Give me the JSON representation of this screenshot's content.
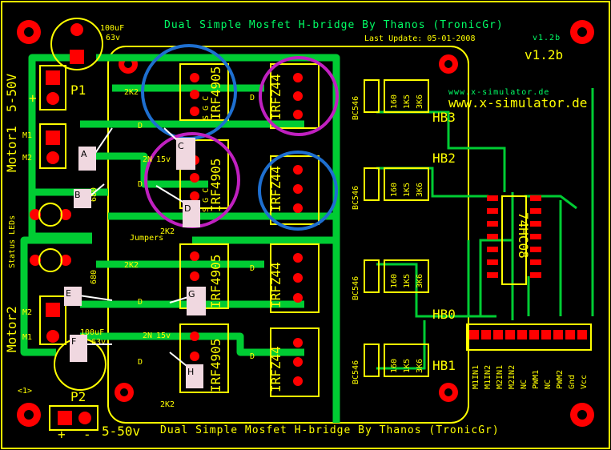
{
  "header": {
    "mirror_title": "Dual Simple Mosfet H-bridge By Thanos (TronicGr)",
    "mirror_version": "v1.2b",
    "last_update": "Last Update: 05-01-2008",
    "version": "v1.2b"
  },
  "website": {
    "mirror": "www.x-simulator.de",
    "url": "www.x-simulator.de"
  },
  "footer": {
    "title": "Dual Simple Mosfet H-bridge By Thanos (TronicGr)",
    "power_label": "5-50v"
  },
  "left": {
    "power_in": "5-50V",
    "plus": "+",
    "minus": "-",
    "p1": "P1",
    "p2": "P2",
    "motor1": "Motor1",
    "motor2": "Motor2",
    "m1": "M1",
    "m2": "M2",
    "status_leds": "Status LEDs",
    "orient": "<1>",
    "cap_top": "100uF",
    "cap_top_v": "63v",
    "cap_bottom": "100uF",
    "cap_bottom_v": "63v",
    "jumpers": "Jumpers"
  },
  "parts": {
    "r_2k2": "2K2",
    "r_680": "680",
    "diode": "D",
    "zener": "15v",
    "transistor": "2N",
    "pmos": "IRF4905",
    "nmos": "IRFZ44",
    "gate_pins": "S G C",
    "bjt": "BC546",
    "r160": "160",
    "r1k5": "1K5",
    "r3k6": "3K6",
    "ic": "74HC08"
  },
  "hbridge_labels": [
    "HB3",
    "HB2",
    "HB0",
    "HB1"
  ],
  "connector_pins": [
    "M1IN1",
    "M1IN2",
    "M2IN1",
    "M2IN2",
    "NC",
    "PWM1",
    "NC",
    "PWM2",
    "Gnd",
    "Vcc"
  ],
  "callouts": [
    "A",
    "B",
    "C",
    "D",
    "E",
    "F",
    "G",
    "H"
  ]
}
